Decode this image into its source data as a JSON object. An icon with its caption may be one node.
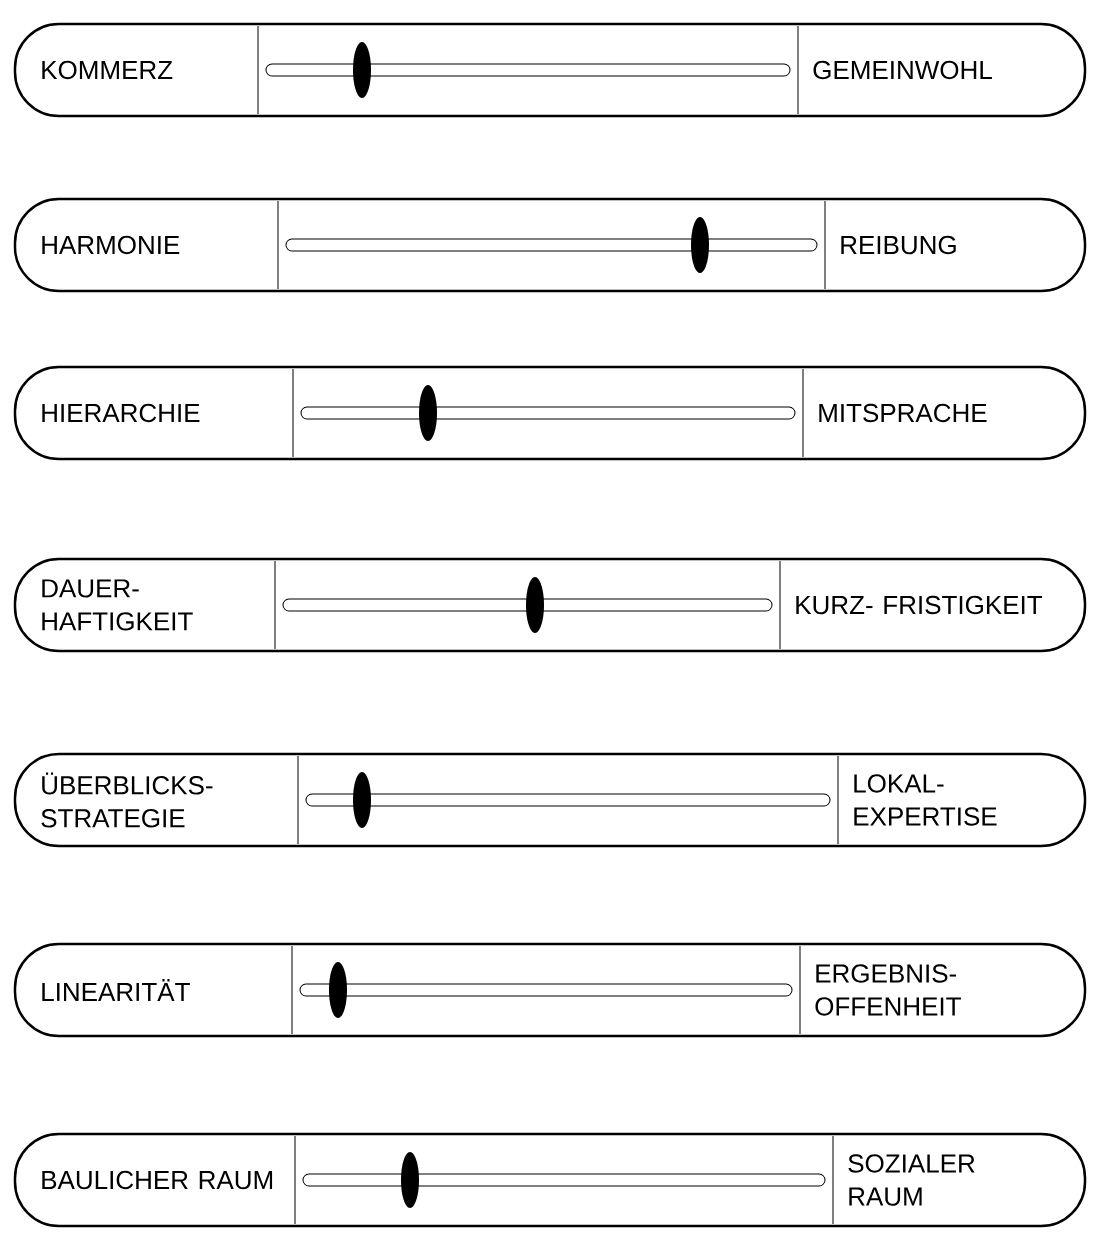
{
  "diagram": {
    "nodes": [
      {
        "text": [
          "KOMMERZ",
          "GEMEINWOHL"
        ]
      },
      {
        "text": [
          "HARMONIE",
          "REIBUNG"
        ]
      },
      {
        "text": [
          "HIERARCHIE",
          "MITSPRACHE"
        ]
      },
      {
        "text": [
          "DAUER- HAFTIGKEIT",
          "KURZ- FRISTIGKEIT"
        ]
      },
      {
        "text": [
          "ÜBERBLICKS- STRATEGIE",
          "LOKAL- EXPERTISE"
        ]
      },
      {
        "text": [
          "LINEARITÄT",
          "ERGEBNIS- OFFENHEIT"
        ]
      },
      {
        "text": [
          "BAULICHER RAUM",
          "SOZIALER RAUM"
        ]
      }
    ]
  }
}
